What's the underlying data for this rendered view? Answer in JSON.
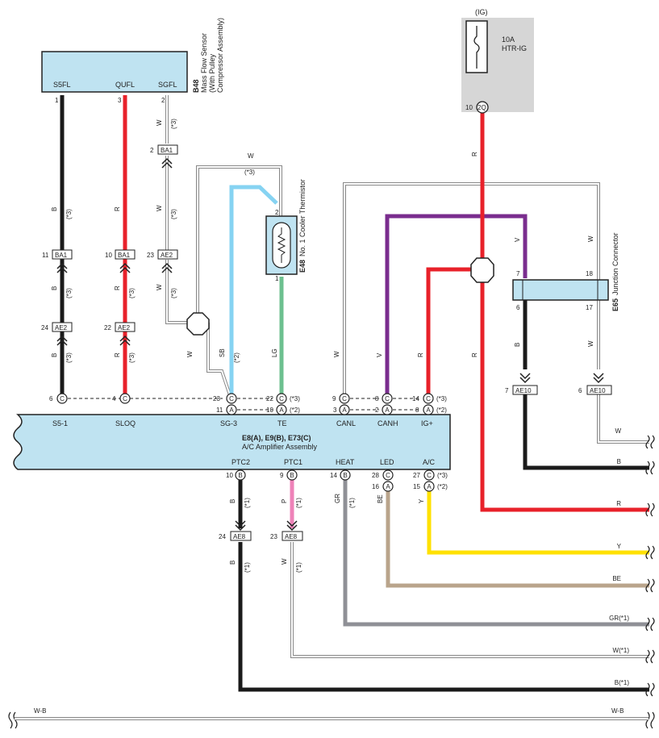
{
  "fuse": {
    "ig": "(IG)",
    "rating": "10A",
    "name": "HTR-IG",
    "pin": "10",
    "conn": "2Q"
  },
  "b48": {
    "code": "B48",
    "title": "Mass Flow Sensor",
    "sub1": "(With Pulley",
    "sub2": "Compressor Assembly)",
    "pins": [
      {
        "name": "S5FL",
        "num": "1"
      },
      {
        "name": "QUFL",
        "num": "3"
      },
      {
        "name": "SGFL",
        "num": "2"
      }
    ]
  },
  "e48": {
    "code": "E48",
    "title": "No. 1 Cooler Thermistor",
    "pin_top": "2",
    "pin_bot": "1"
  },
  "e65": {
    "code": "E65",
    "title": "Junction Connector",
    "pin7": "7",
    "pin6": "6",
    "pin18": "18",
    "pin17": "17"
  },
  "amp": {
    "title": "E8(A), E9(B), E73(C)",
    "subtitle": "A/C Amplifier Assembly",
    "top_labels": [
      "S5-1",
      "SLOQ",
      "SG-3",
      "TE",
      "CANL",
      "CANH",
      "IG+"
    ],
    "bottom_labels": [
      "PTC2",
      "PTC1",
      "HEAT",
      "LED",
      "A/C"
    ]
  },
  "connectors": {
    "ba1": "BA1",
    "ae2": "AE2",
    "ae10": "AE10",
    "ae8": "AE8"
  },
  "pin_nums": {
    "ba1_s": "2",
    "ba1_l": "11",
    "ba1_m": "10",
    "ae2_l": "24",
    "ae2_m": "22",
    "ae2_s": "23",
    "ae10_l": "7",
    "ae10_r": "6",
    "ae8_l": "24",
    "ae8_r": "23",
    "c6": "6",
    "c4": "4",
    "c23": "23",
    "a11": "11",
    "c22": "22",
    "a10": "10",
    "c9": "9",
    "a3": "3",
    "c8": "8",
    "a2": "2",
    "c14": "14",
    "a8": "8",
    "b10": "10",
    "b9": "9",
    "b14": "14",
    "c28": "28",
    "c27": "27",
    "a16": "16",
    "a15": "15"
  },
  "pin_letters": {
    "a": "A",
    "b": "B",
    "c": "C"
  },
  "notes": {
    "n1": "(*1)",
    "n2": "(*2)",
    "n3": "(*3)"
  },
  "colors_text": {
    "b": "B",
    "r": "R",
    "w": "W",
    "sb": "SB",
    "lg": "LG",
    "v": "V",
    "p": "P",
    "gr": "GR",
    "be": "BE",
    "y": "Y"
  },
  "right_edge": [
    "W",
    "B",
    "R",
    "Y",
    "BE",
    "GR(*1)",
    "W(*1)",
    "B(*1)"
  ],
  "bottom_line": {
    "left": "W-B",
    "right": "W-B"
  },
  "wire_colors": {
    "black": "#1a1a1a",
    "red": "#e8212a",
    "purple": "#7a2d8e",
    "sky": "#86d3f2",
    "green": "#6dc08f",
    "gray": "#8f9096",
    "tan": "#b9a48b",
    "yellow": "#ffe100",
    "pink": "#ee82b8",
    "fill": "#bfe3f1",
    "shade": "#d6d6d6"
  }
}
